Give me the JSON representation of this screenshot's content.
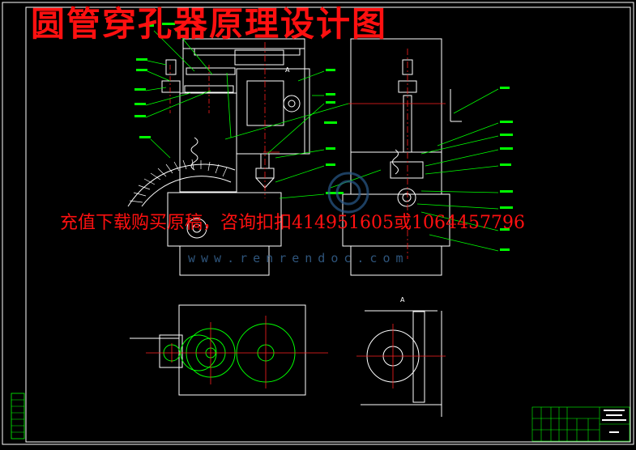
{
  "title": "圆管穿孔器原理设计图",
  "watermark_text": "充值下载购买原稿，咨询扣扣414951605或1064457796",
  "site_url": "www.renrendoc.com",
  "view_label_top": "A",
  "view_label_bottom": "A",
  "colors": {
    "background": "#000000",
    "frame": "#ffffff",
    "leader": "#00ff00",
    "centerline": "#ff2020",
    "title": "#ff1010",
    "watermark": "#ff1010"
  }
}
